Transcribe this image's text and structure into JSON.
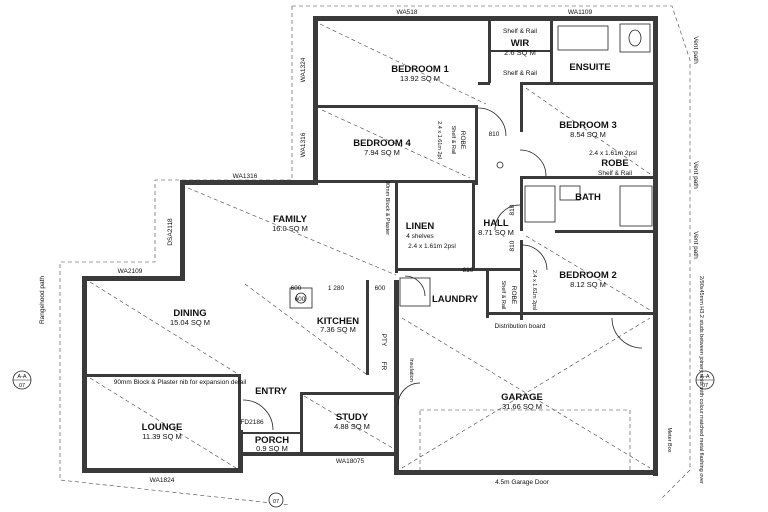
{
  "rooms": {
    "bedroom1": {
      "name": "BEDROOM 1",
      "area": "13.92 SQ M"
    },
    "wir": {
      "name": "WIR",
      "area": "2.6 SQ M",
      "shelf_top": "Shelf & Rail",
      "shelf_bottom": "Shelf & Rail"
    },
    "ensuite": {
      "name": "ENSUITE"
    },
    "bedroom3": {
      "name": "BEDROOM 3",
      "area": "8.54 SQ M"
    },
    "bedroom4": {
      "name": "BEDROOM 4",
      "area": "7.94 SQ M"
    },
    "family": {
      "name": "FAMILY",
      "area": "16.0 SQ M"
    },
    "hall": {
      "name": "HALL",
      "area": "8.71 SQ M"
    },
    "linen": {
      "name": "LINEN",
      "note": "4 shelves"
    },
    "bath": {
      "name": "BATH"
    },
    "bedroom2": {
      "name": "BEDROOM 2",
      "area": "8.12 SQ M"
    },
    "dining": {
      "name": "DINING",
      "area": "15.04 SQ M"
    },
    "kitchen": {
      "name": "KITCHEN",
      "area": "7.36 SQ M"
    },
    "laundry": {
      "name": "LAUNDRY"
    },
    "garage": {
      "name": "GARAGE",
      "area": "31.66 SQ M"
    },
    "lounge": {
      "name": "LOUNGE",
      "area": "11.39 SQ M"
    },
    "entry": {
      "name": "ENTRY"
    },
    "study": {
      "name": "STUDY",
      "area": "4.88 SQ M"
    },
    "porch": {
      "name": "PORCH",
      "area": "0.9 SQ M"
    }
  },
  "windows": {
    "wa518": "WA518",
    "wa1109": "WA1109",
    "wa1324": "WA1324",
    "wa1316_left": "WA1316",
    "wa1316_top": "WA1316",
    "wa2109": "WA2109",
    "wa1824": "WA1824",
    "wa18075": "WA18075",
    "fd2186": "FD2186",
    "dsa2118": "DSA2118"
  },
  "robes": {
    "robe_b1": "ROBE",
    "robe_b1_shelf": "Shelf & Rail",
    "robe_b1_dim": "2.4 x 1.61m 2pl",
    "robe_b3": "ROBE",
    "robe_b3_shelf": "Shelf & Rail",
    "robe_b3_dim": "2.4 x 1.61m 2psl",
    "robe_b2": "ROBE",
    "robe_b2_shelf": "Shelf & Rail",
    "robe_b2_dim": "2.4 x 1.61m 2psl",
    "linen_dim": "2.4 x 1.61m 2psl",
    "block_note": "90mm Block & Plaster"
  },
  "doors": {
    "d810_a": "810",
    "d810_b": "810",
    "d810_c": "810",
    "d810_d": "810"
  },
  "dims": {
    "k600_a": "600",
    "k1280": "1 280",
    "k600_b": "600",
    "k600_c": "600"
  },
  "labels": {
    "vent_path_1": "Vent path",
    "vent_path_2": "Vent path",
    "vent_path_3": "Vent path",
    "rangehood_path": "Rangehood path",
    "distribution_board": "Distribution board",
    "insulation": "Insulation",
    "block_plaster": "90mm Block & Plaster nib for expansion detail",
    "garage_door": "4.5m Garage Door",
    "stud_note": "2/90x45mm H3.2 studs between joinery units with colour matched metal flashing over",
    "meter_box": "Meter Box",
    "section_aa_left": "A-A",
    "section_aa_left_num": "07",
    "section_aa_right": "A-A",
    "section_aa_right_num": "07",
    "section_bottom": "07",
    "fridge": "FR",
    "pantry": "PTY"
  },
  "colors": {
    "wall": "#3a3a3a",
    "line": "#222222",
    "background": "#ffffff"
  }
}
